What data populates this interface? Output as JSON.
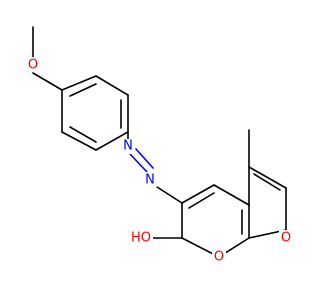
{
  "molecule": {
    "atom_labels": {
      "methoxy_o": "O",
      "azo_n1": "N",
      "azo_n2": "N",
      "ring_o": "O",
      "carbonyl_o": "O",
      "hydroxyl": "HO"
    },
    "colors": {
      "bond": "#000000",
      "nitrogen": "#0000ff",
      "oxygen": "#ff0000"
    }
  }
}
